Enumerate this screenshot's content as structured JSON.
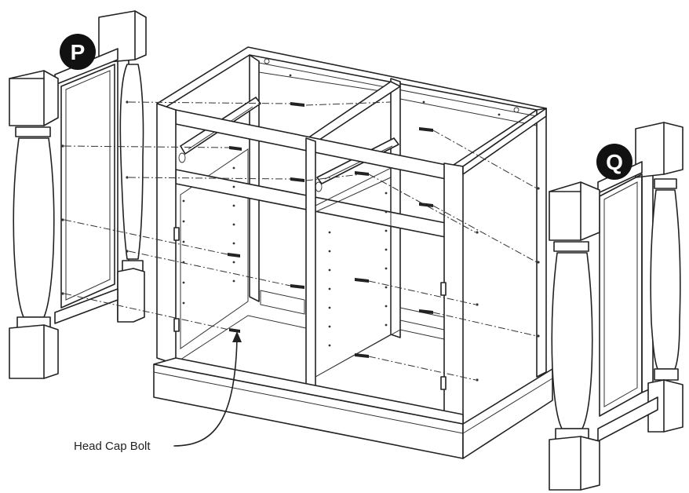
{
  "panels": {
    "left": {
      "label": "P"
    },
    "right": {
      "label": "Q"
    }
  },
  "callout": {
    "text": "Head Cap Bolt"
  },
  "colors": {
    "ink": "#222222",
    "badge": "#111111",
    "paper": "#ffffff"
  }
}
